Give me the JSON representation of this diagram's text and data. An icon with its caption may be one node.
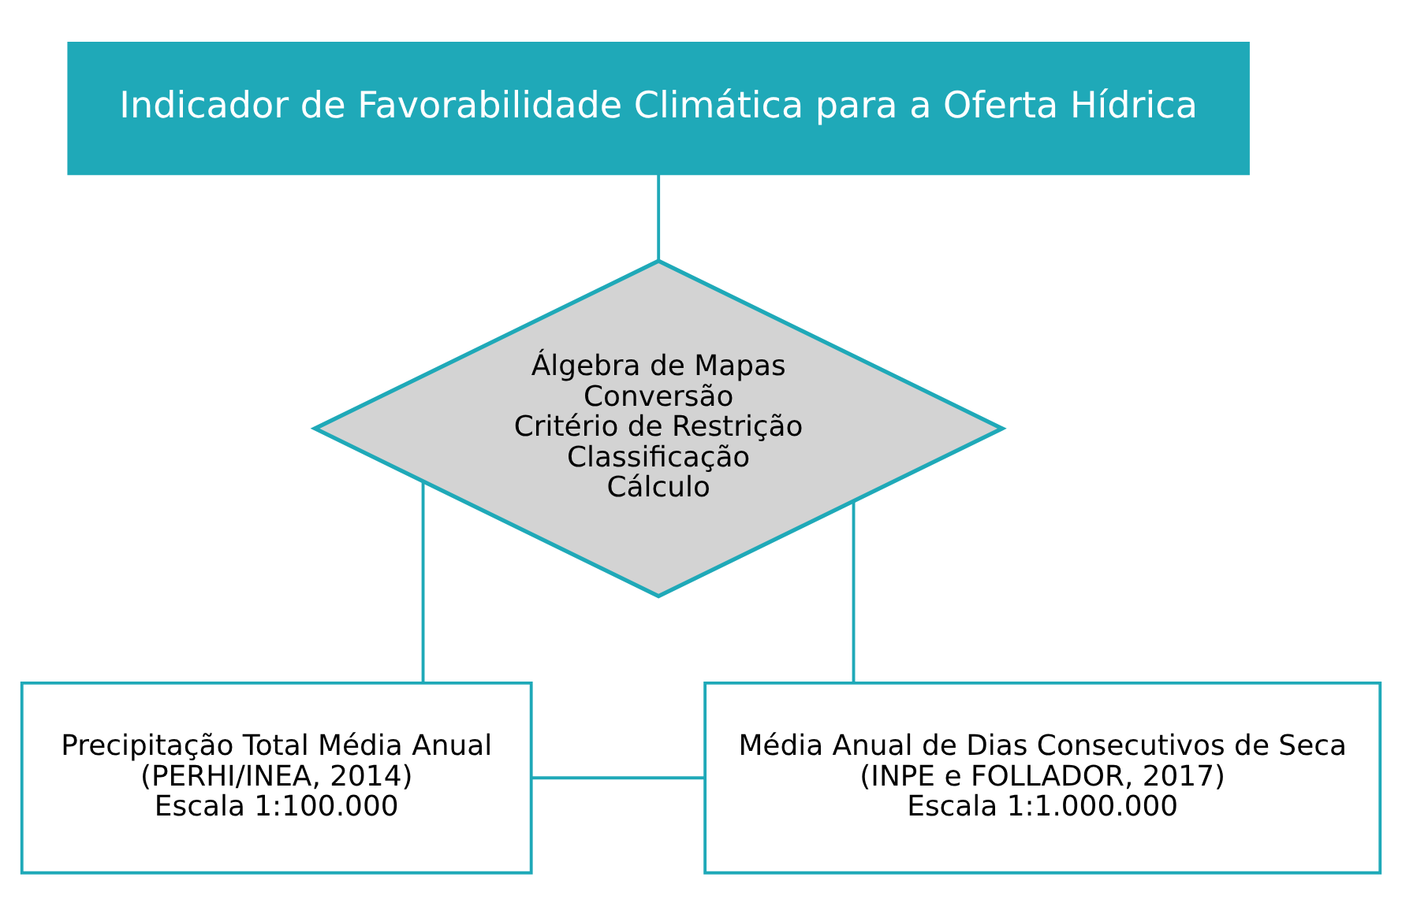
{
  "diagram": {
    "nodes": [
      {
        "text": [
          "Indicador de Favorabilidade Climática para a Oferta Hídrica"
        ]
      },
      {
        "text": [
          "Álgebra de Mapas",
          "Conversão",
          "Critério de Restrição",
          "Classificação",
          "Cálculo"
        ]
      },
      {
        "text": [
          "Precipitação Total Média Anual",
          "(PERHI/INEA, 2014)",
          "Escala 1:100.000"
        ]
      },
      {
        "text": [
          "Média Anual de Dias Consecutivos de Seca",
          "(INPE e FOLLADOR, 2017)",
          "Escala 1:1.000.000"
        ]
      }
    ],
    "edges": [
      {
        "from": 0,
        "to": 1,
        "arrow": "none"
      },
      {
        "from": 1,
        "to": 2,
        "arrow": "none"
      },
      {
        "from": 1,
        "to": 3,
        "arrow": "none"
      },
      {
        "from": 2,
        "to": 3,
        "arrow": "none"
      }
    ]
  }
}
